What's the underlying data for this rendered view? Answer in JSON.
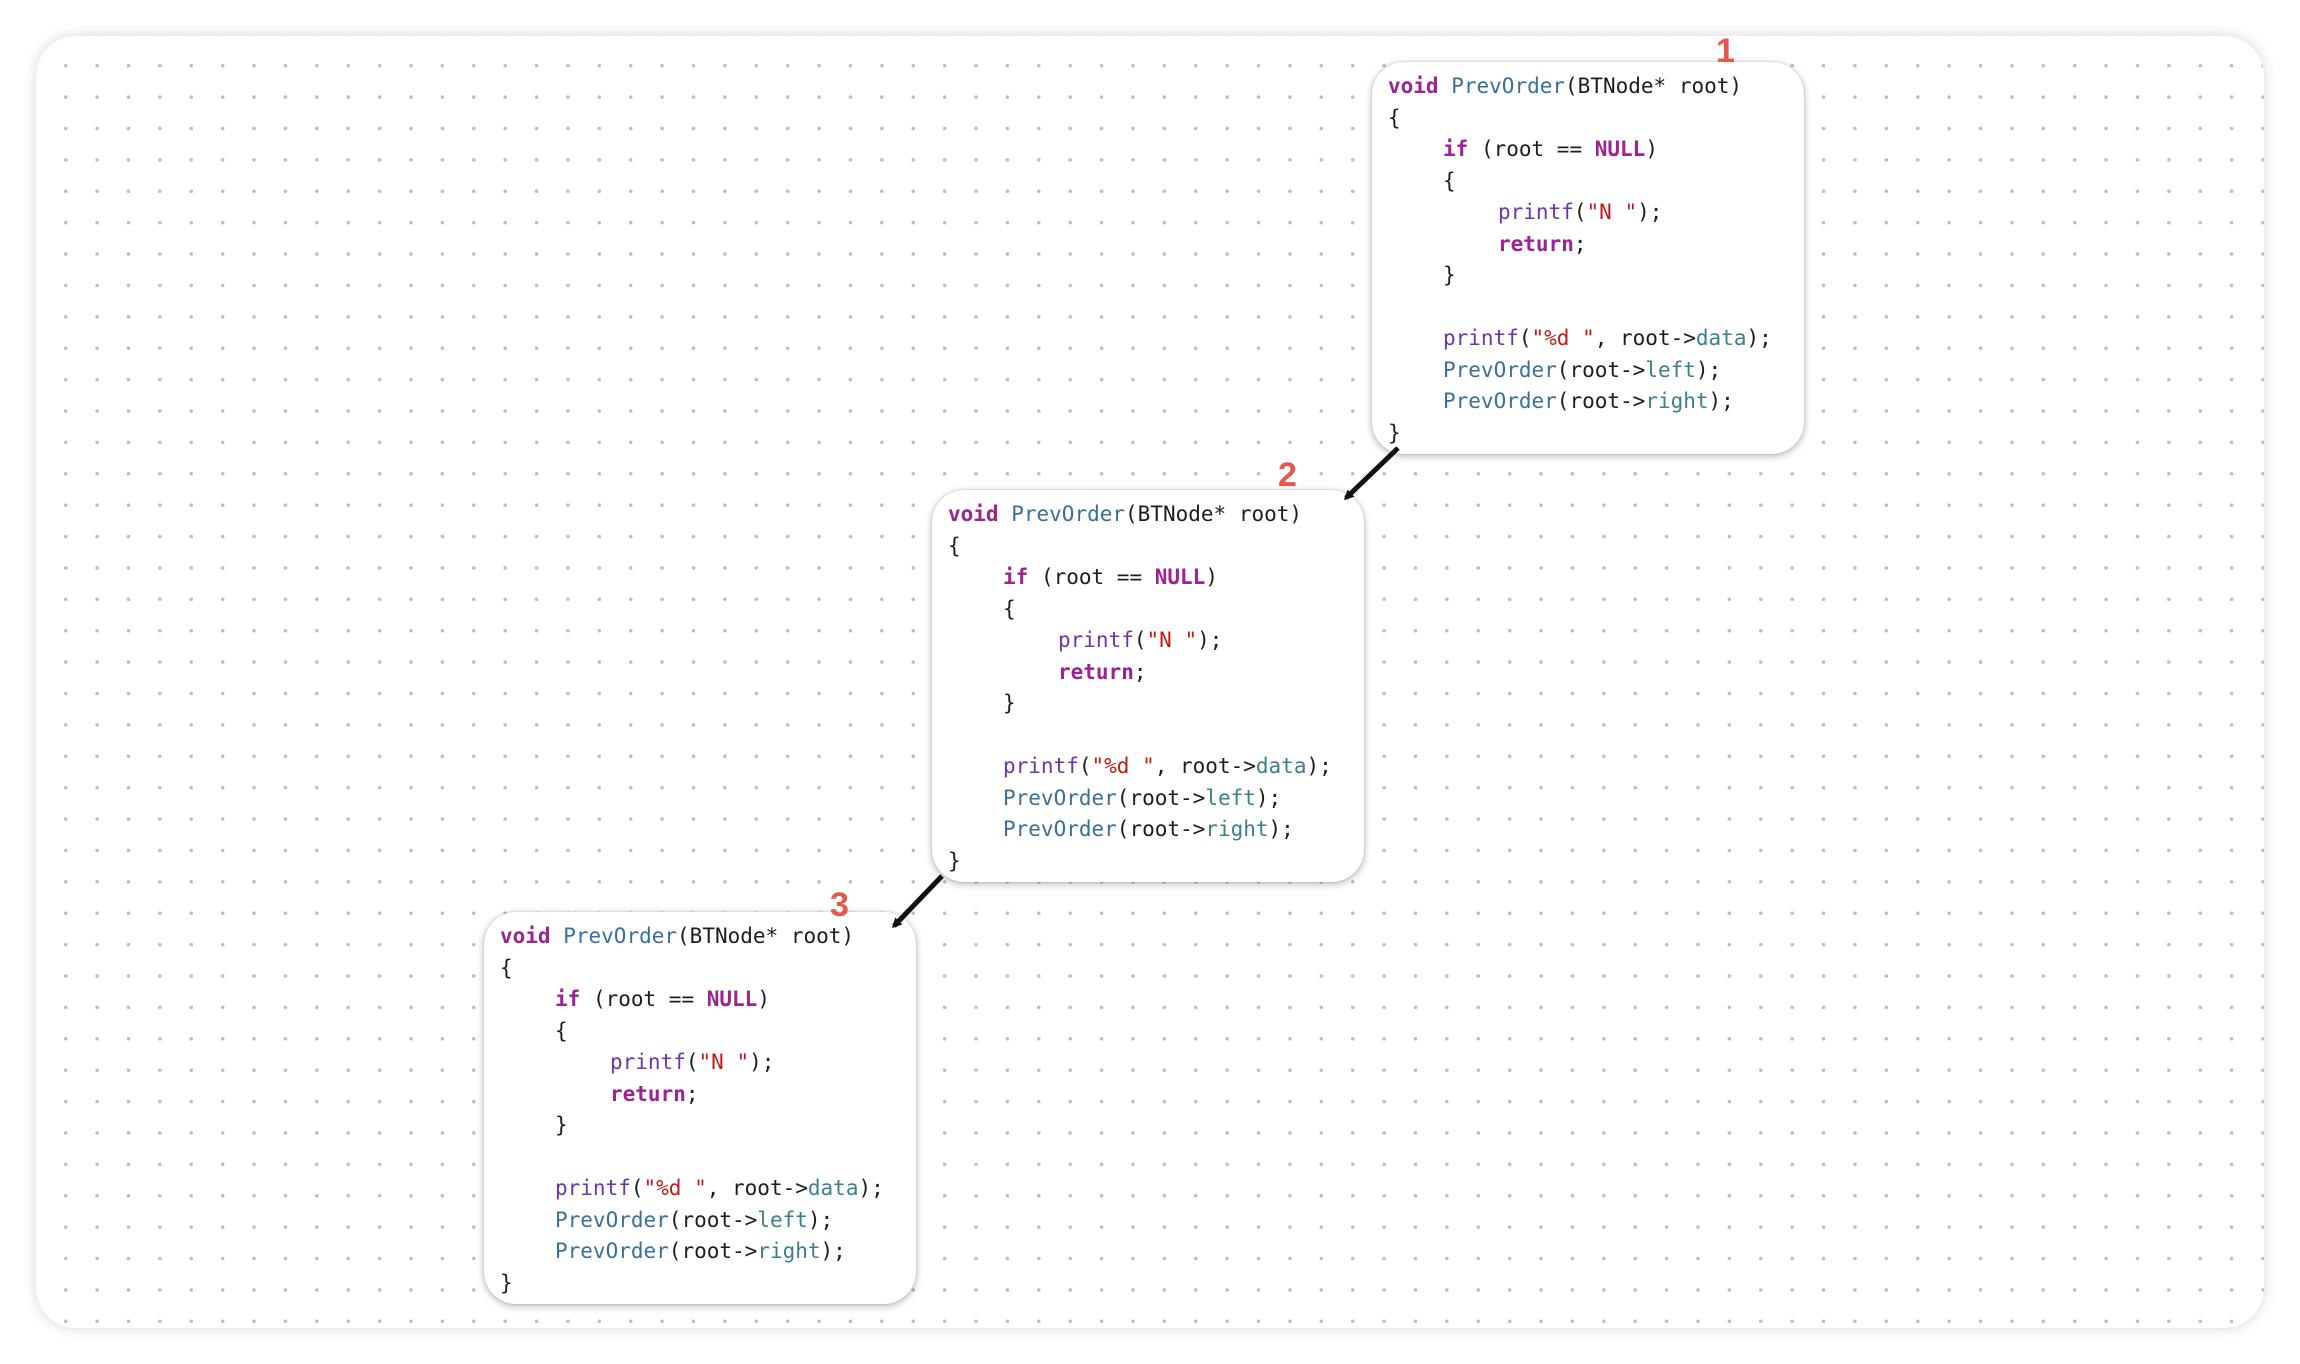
{
  "cards": [
    {
      "label": "1",
      "lines": {
        "sig_kw": "void",
        "sig_fn": "PrevOrder",
        "sig_rest": "(BTNode* root)",
        "open_brace": "{",
        "if_kw": "if",
        "if_open": " (root == ",
        "null_kw": "NULL",
        "if_close": ")",
        "inner_open": "{",
        "printf1_fn": "printf",
        "printf1_paren": "(",
        "printf1_str": "\"N \"",
        "printf1_end": ");",
        "return_kw": "return",
        "return_end": ";",
        "inner_close": "}",
        "printf2_fn": "printf",
        "printf2_paren": "(",
        "printf2_str": "\"%d \"",
        "printf2_mid": ", root->",
        "printf2_mem": "data",
        "printf2_end": ");",
        "call_left_fn": "PrevOrder",
        "call_left_mid": "(root->",
        "call_left_mem": "left",
        "call_left_end": ");",
        "call_right_fn": "PrevOrder",
        "call_right_mid": "(root->",
        "call_right_mem": "right",
        "call_right_end": ");",
        "close_brace": "}"
      }
    },
    {
      "label": "2",
      "lines": {
        "sig_kw": "void",
        "sig_fn": "PrevOrder",
        "sig_rest": "(BTNode* root)",
        "open_brace": "{",
        "if_kw": "if",
        "if_open": " (root == ",
        "null_kw": "NULL",
        "if_close": ")",
        "inner_open": "{",
        "printf1_fn": "printf",
        "printf1_paren": "(",
        "printf1_str": "\"N \"",
        "printf1_end": ");",
        "return_kw": "return",
        "return_end": ";",
        "inner_close": "}",
        "printf2_fn": "printf",
        "printf2_paren": "(",
        "printf2_str": "\"%d \"",
        "printf2_mid": ", root->",
        "printf2_mem": "data",
        "printf2_end": ");",
        "call_left_fn": "PrevOrder",
        "call_left_mid": "(root->",
        "call_left_mem": "left",
        "call_left_end": ");",
        "call_right_fn": "PrevOrder",
        "call_right_mid": "(root->",
        "call_right_mem": "right",
        "call_right_end": ");",
        "close_brace": "}"
      }
    },
    {
      "label": "3",
      "lines": {
        "sig_kw": "void",
        "sig_fn": "PrevOrder",
        "sig_rest": "(BTNode* root)",
        "open_brace": "{",
        "if_kw": "if",
        "if_open": " (root == ",
        "null_kw": "NULL",
        "if_close": ")",
        "inner_open": "{",
        "printf1_fn": "printf",
        "printf1_paren": "(",
        "printf1_str": "\"N \"",
        "printf1_end": ");",
        "return_kw": "return",
        "return_end": ";",
        "inner_close": "}",
        "printf2_fn": "printf",
        "printf2_paren": "(",
        "printf2_str": "\"%d \"",
        "printf2_mid": ", root->",
        "printf2_mem": "data",
        "printf2_end": ");",
        "call_left_fn": "PrevOrder",
        "call_left_mid": "(root->",
        "call_left_mem": "left",
        "call_left_end": ");",
        "call_right_fn": "PrevOrder",
        "call_right_mid": "(root->",
        "call_right_mem": "right",
        "call_right_end": ");",
        "close_brace": "}"
      }
    }
  ],
  "colors": {
    "keyword": "#9b2393",
    "function": "#3a6f9a",
    "call": "#6c36a9",
    "string": "#c41a16",
    "member": "#3e8087",
    "step_label": "#e4584e",
    "arrow": "#111111"
  }
}
